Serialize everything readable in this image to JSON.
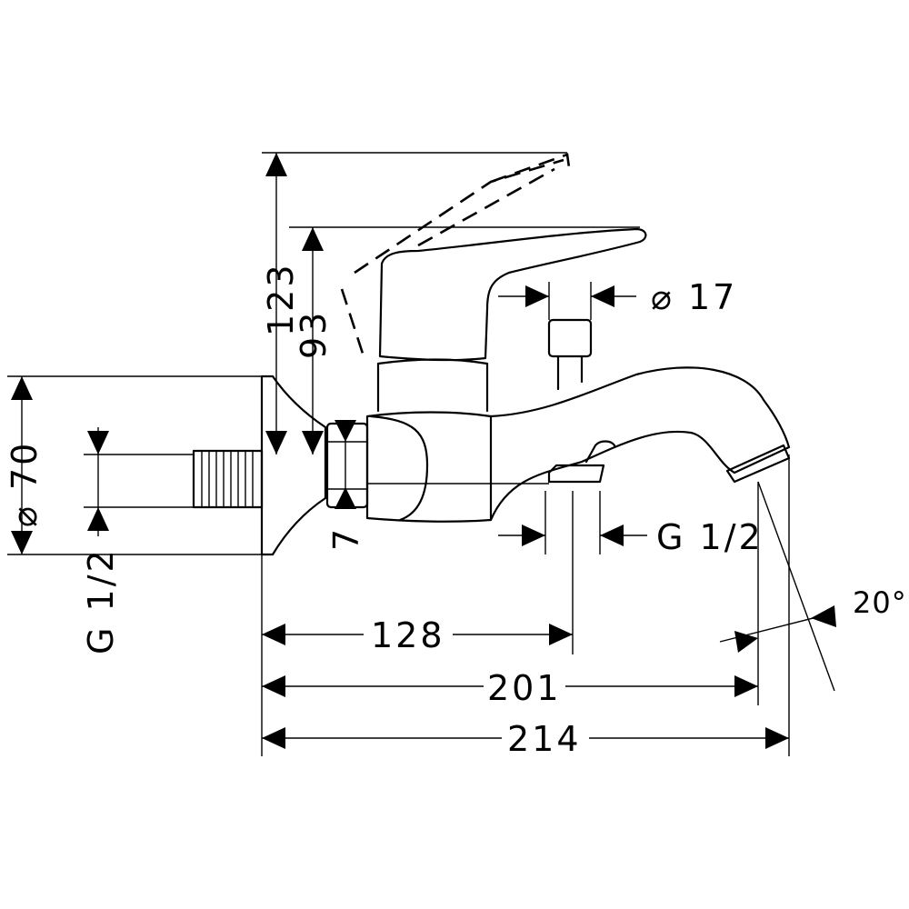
{
  "dimensions": {
    "height_total": "123",
    "height_handle": "93",
    "diameter_wall": "⌀ 70",
    "thread_wall": "G 1/2",
    "nut_offset": "7",
    "pin_diameter": "⌀ 17",
    "thread_outlet": "G 1/2",
    "angle": "20°",
    "length_outlet_axis": "128",
    "length_spout_end": "201",
    "length_total": "214"
  }
}
